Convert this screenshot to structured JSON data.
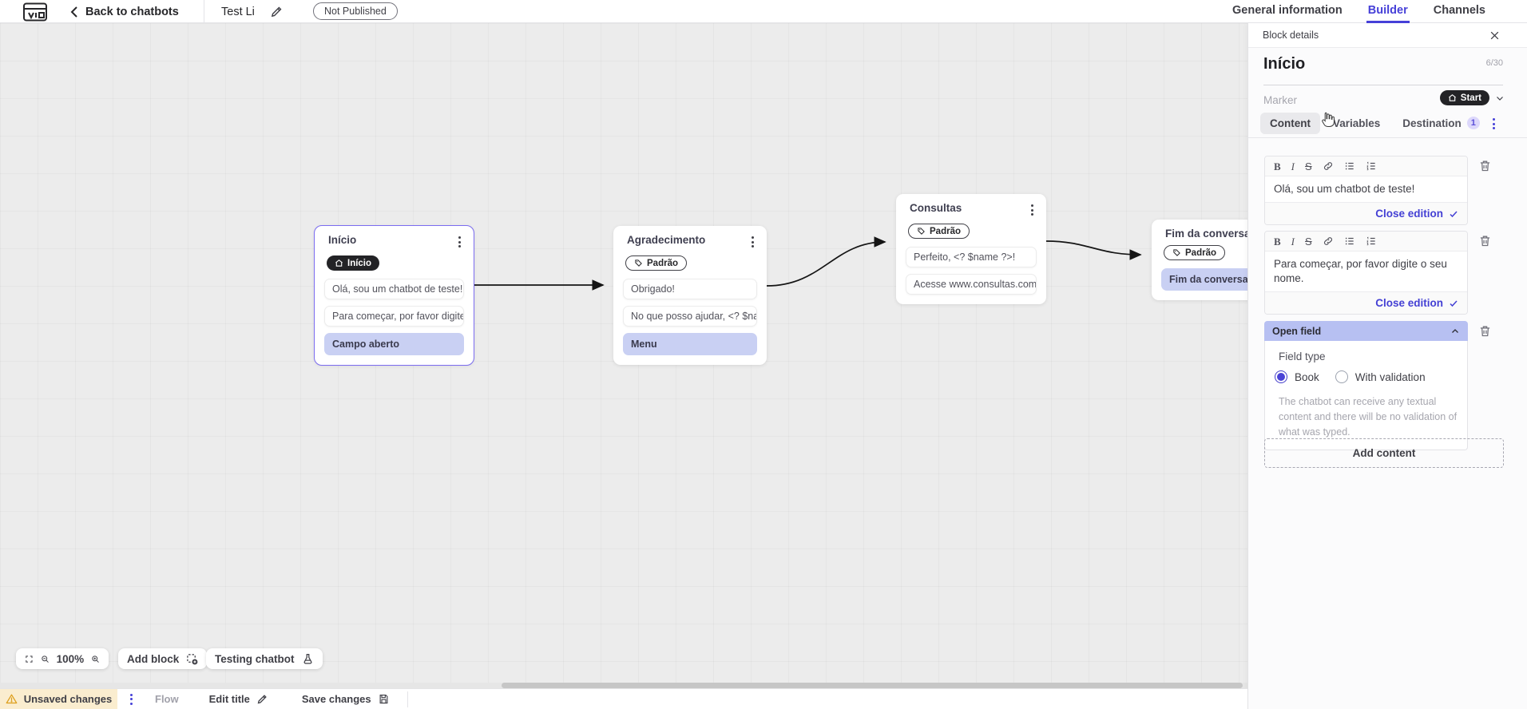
{
  "header": {
    "back_label": "Back to chatbots",
    "bot_title": "Test Li",
    "status_badge": "Not Published",
    "tabs": [
      {
        "label": "General information",
        "active": false
      },
      {
        "label": "Builder",
        "active": true
      },
      {
        "label": "Channels",
        "active": false
      }
    ]
  },
  "panel": {
    "header_label": "Block details",
    "block_name": "Início",
    "char_counter": "6/30",
    "marker_label": "Marker",
    "marker_value": "Start",
    "tabs": [
      {
        "label": "Content",
        "active": true
      },
      {
        "label": "Variables",
        "active": false
      },
      {
        "label": "Destination",
        "badge": "1",
        "active": false
      }
    ],
    "toolbar_glyphs": {
      "bold": "B",
      "italic": "I",
      "strike": "S"
    },
    "editors": [
      {
        "text": "Olá, sou um chatbot de teste!",
        "close_label": "Close edition"
      },
      {
        "text": "Para começar, por favor digite o seu nome.",
        "close_label": "Close edition"
      }
    ],
    "open_field": {
      "title": "Open field",
      "field_type_label": "Field type",
      "options": [
        {
          "label": "Book",
          "selected": true
        },
        {
          "label": "With validation",
          "selected": false
        }
      ],
      "description": "The chatbot can receive any textual content and there will be no validation of what was typed."
    },
    "add_content_label": "Add content"
  },
  "canvas": {
    "blocks": [
      {
        "title": "Início",
        "marker": "Início",
        "marker_style": "dark",
        "items": [
          {
            "text": "Olá, sou um chatbot de teste!",
            "highlight": false
          },
          {
            "text": "Para começar, por favor digite o ...",
            "highlight": false
          },
          {
            "text": "Campo aberto",
            "highlight": true
          }
        ]
      },
      {
        "title": "Agradecimento",
        "marker": "Padrão",
        "marker_style": "outline",
        "items": [
          {
            "text": "Obrigado!",
            "highlight": false
          },
          {
            "text": "No que posso ajudar, <? $name ...",
            "highlight": false
          },
          {
            "text": "Menu",
            "highlight": true
          }
        ]
      },
      {
        "title": "Consultas",
        "marker": "Padrão",
        "marker_style": "outline",
        "items": [
          {
            "text": "Perfeito, <? $name ?>!",
            "highlight": false
          },
          {
            "text": "Acesse www.consultas.com par...",
            "highlight": false
          }
        ]
      },
      {
        "title": "Fim da conversa",
        "marker": "Padrão",
        "marker_style": "outline",
        "items": [
          {
            "text": "Fim da conversa",
            "highlight": true
          }
        ]
      }
    ]
  },
  "toolbar": {
    "zoom_level": "100%",
    "add_block_label": "Add block",
    "testing_label": "Testing chatbot"
  },
  "statusbar": {
    "unsaved_label": "Unsaved changes",
    "flow_label": "Flow",
    "edit_title_label": "Edit title",
    "save_label": "Save changes"
  },
  "colors": {
    "accent": "#4640d8",
    "highlight_item": "#c9d0f3",
    "open_field_header": "#b7c0f2",
    "dark_pill": "#232326",
    "warning_bg": "#faedcf",
    "canvas_bg": "#ececec"
  }
}
